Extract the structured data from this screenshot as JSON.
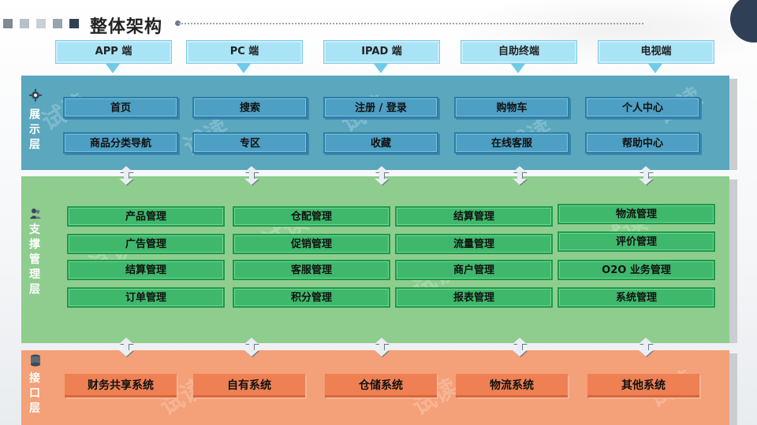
{
  "header": {
    "title": "整体架构",
    "accent_colors": [
      "#7f8a94",
      "#b7c0c8",
      "#9aa4ae",
      "#2f3f55"
    ]
  },
  "clients": [
    {
      "label": "APP 端"
    },
    {
      "label": "PC 端"
    },
    {
      "label": "IPAD 端"
    },
    {
      "label": "自助终端"
    },
    {
      "label": "电视端"
    }
  ],
  "layers": {
    "show": {
      "label": "展示层",
      "icon": "gear-icon",
      "color": "#5aa7be",
      "row1": [
        "首页",
        "搜索",
        "注册 / 登录",
        "购物车",
        "个人中心"
      ],
      "row2": [
        "商品分类导航",
        "专区",
        "收藏",
        "在线客服",
        "帮助中心"
      ]
    },
    "support": {
      "label": "支撑管理层",
      "icon": "users-icon",
      "color": "#8fcd8f",
      "columns": [
        [
          "产品管理",
          "广告管理",
          "结算管理",
          "订单管理"
        ],
        [
          "仓配管理",
          "促销管理",
          "客服管理",
          "积分管理"
        ],
        [
          "结算管理",
          "流量管理",
          "商户管理",
          "报表管理"
        ],
        [
          "物流管理",
          "评价管理",
          "O2O 业务管理",
          "系统管理"
        ]
      ]
    },
    "iface": {
      "label": "接口层",
      "icon": "database-icon",
      "color": "#f4a078",
      "items": [
        "财务共享系统",
        "自有系统",
        "仓储系统",
        "物流系统",
        "其他系统"
      ]
    }
  },
  "watermark": "试读"
}
